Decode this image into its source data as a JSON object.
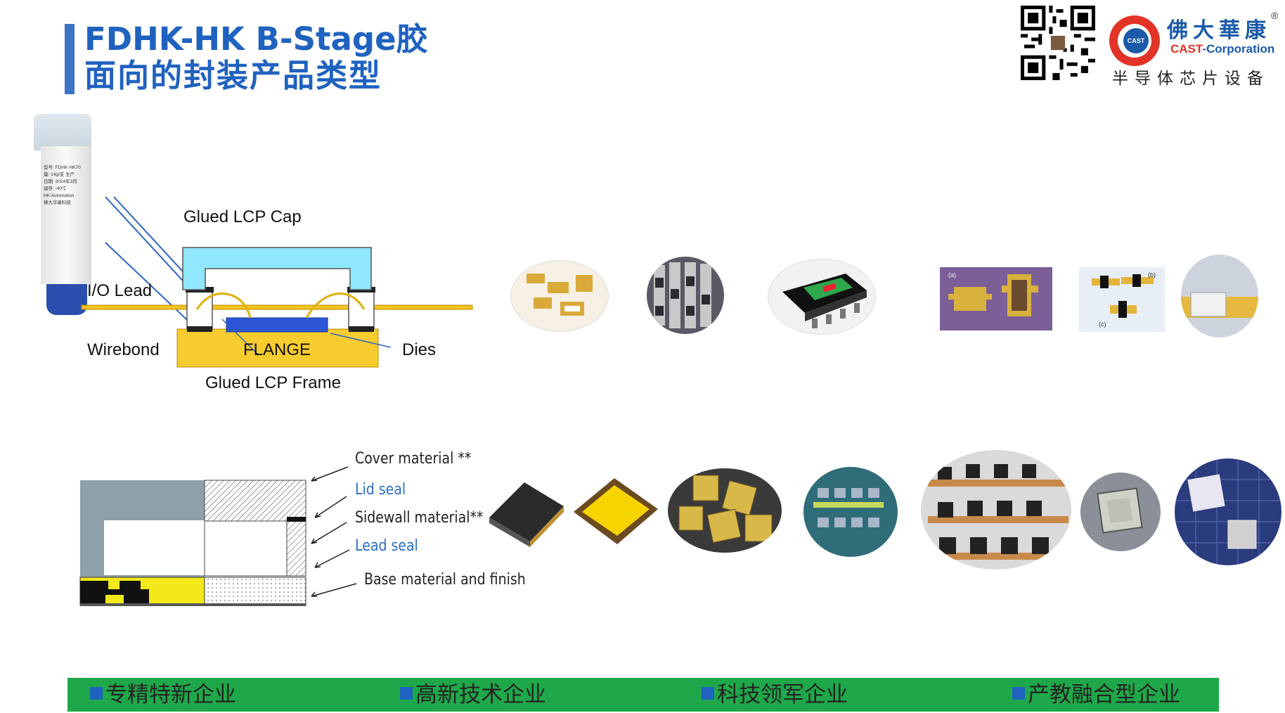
{
  "title": {
    "line1": "FDHK-HK B-Stage胶",
    "line2": "面向的封装产品类型",
    "bar_color": "#3b74c4",
    "text_color": "#1f62c0"
  },
  "logo": {
    "cn_name": "佛大華康",
    "reg_mark": "®",
    "en_prefix": "CAST",
    "en_suffix": "-Corporation",
    "badge_text": "CAST",
    "tagline": "半导体芯片设备",
    "qr_icon": "qr-code-icon"
  },
  "syringe": {
    "label_lines": [
      "型号: FDHK-HK70",
      "量: 14g/支 生产",
      "日期: 2024年3月",
      "储存: -40℃",
      "HK Automation",
      "佛大华康科技"
    ]
  },
  "package_diagram": {
    "glued_lcp_cap": "Glued LCP Cap",
    "io_lead": "I/O Lead",
    "wirebond": "Wirebond",
    "flange": "FLANGE",
    "dies": "Dies",
    "glued_lcp_frame": "Glued LCP Frame"
  },
  "lid_diagram": {
    "cover_material": "Cover material **",
    "lid_seal": "Lid seal",
    "sidewall_material": "Sidewall material**",
    "lead_seal": "Lead seal",
    "base_material": "Base material and finish"
  },
  "photos": {
    "photo_a_label": "(a)",
    "photo_b_label": "(b)",
    "photo_c_label": "(c)"
  },
  "bottom_band": {
    "items": [
      "专精特新企业",
      "高新技术企业",
      "科技领军企业",
      "产教融合型企业"
    ],
    "band_color": "#1fa84a"
  }
}
